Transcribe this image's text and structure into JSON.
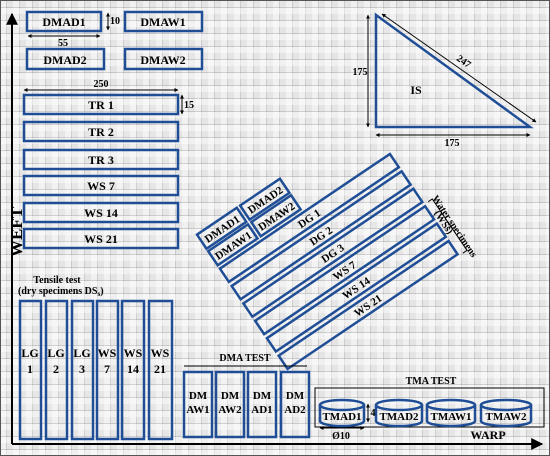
{
  "colors": {
    "box_stroke": "#1f4e96",
    "axis": "#000000"
  },
  "axes": {
    "weft": "WEFT",
    "warp": "WARP"
  },
  "dma_small": {
    "labels": [
      "DMAD1",
      "DMAW1",
      "DMAD2",
      "DMAW2"
    ],
    "dim_width": "55",
    "dim_height": "10"
  },
  "strips": {
    "labels": [
      "TR 1",
      "TR 2",
      "TR 3",
      "WS 7",
      "WS 14",
      "WS 21"
    ],
    "dim_width": "250",
    "dim_height": "15"
  },
  "impact": {
    "label": "IS",
    "side_left": "175",
    "side_bottom": "175",
    "hypotenuse": "247"
  },
  "rotated": {
    "small": [
      "DMAD1",
      "DMAD2",
      "DMAW1",
      "DMAW2"
    ],
    "long": [
      "DG 1",
      "DG 2",
      "DG 3",
      "WS 7",
      "WS 14",
      "WS 21"
    ],
    "water_label_1": "Water specimens",
    "water_label_2": "(WSs)"
  },
  "tensile": {
    "caption_1": "Tensile test",
    "caption_2": "(dry specimens DS",
    "caption_sub": "s",
    "caption_end": ")",
    "columns": [
      [
        "LG",
        "1"
      ],
      [
        "LG",
        "2"
      ],
      [
        "LG",
        "3"
      ],
      [
        "WS",
        "7"
      ],
      [
        "WS",
        "14"
      ],
      [
        "WS",
        "21"
      ]
    ]
  },
  "dma_test": {
    "title": "DMA TEST",
    "columns": [
      [
        "DM",
        "AW1"
      ],
      [
        "DM",
        "AW2"
      ],
      [
        "DM",
        "AD1"
      ],
      [
        "DM",
        "AD2"
      ]
    ]
  },
  "tma_test": {
    "title": "TMA TEST",
    "labels": [
      "TMAD1",
      "TMAD2",
      "TMAW1",
      "TMAW2"
    ],
    "dim_diameter": "Ø10",
    "dim_height": "4"
  }
}
